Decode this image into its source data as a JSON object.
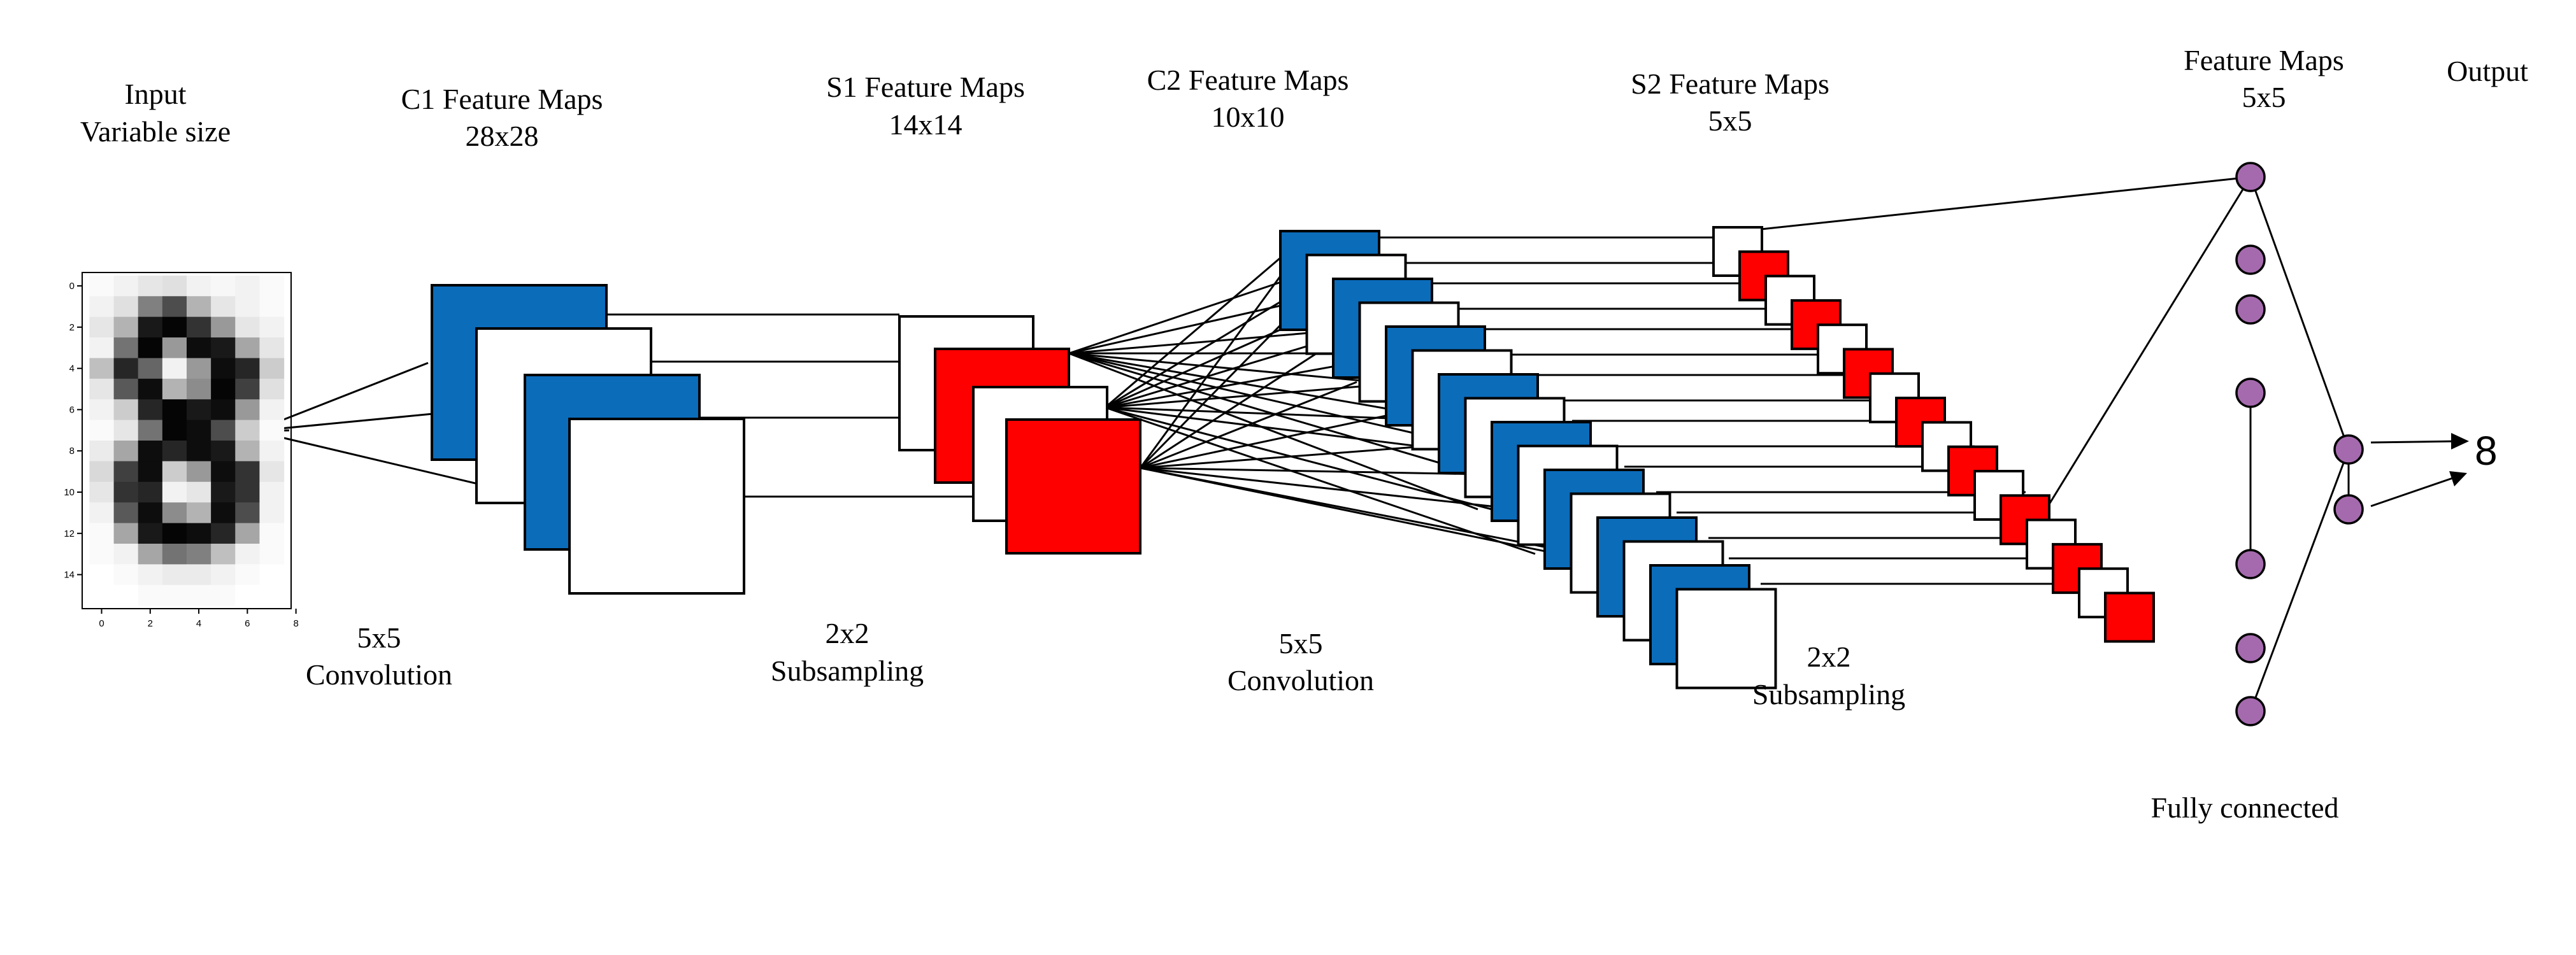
{
  "labels": {
    "input": [
      "Input",
      "Variable size"
    ],
    "c1": [
      "C1 Feature Maps",
      "28x28"
    ],
    "s1": [
      "S1 Feature Maps",
      "14x14"
    ],
    "c2": [
      "C2 Feature Maps",
      "10x10"
    ],
    "s2": [
      "S2 Feature Maps",
      "5x5"
    ],
    "fm": [
      "Feature Maps",
      "5x5"
    ],
    "output": "Output",
    "op1": [
      "5x5",
      "Convolution"
    ],
    "op2": [
      "2x2",
      "Subsampling"
    ],
    "op3": [
      "5x5",
      "Convolution"
    ],
    "op4": [
      "2x2",
      "Subsampling"
    ],
    "fc": "Fully connected",
    "result": "8"
  },
  "input_image": {
    "x_ticks": [
      "0",
      "2",
      "4",
      "6",
      "8"
    ],
    "y_ticks": [
      "0",
      "2",
      "4",
      "6",
      "8",
      "10",
      "12",
      "14"
    ],
    "pixels": [
      [
        0.02,
        0.05,
        0.1,
        0.12,
        0.05,
        0.03,
        0.05,
        0.02
      ],
      [
        0.05,
        0.12,
        0.5,
        0.7,
        0.3,
        0.1,
        0.05,
        0.02
      ],
      [
        0.1,
        0.3,
        0.9,
        0.98,
        0.8,
        0.4,
        0.1,
        0.05
      ],
      [
        0.05,
        0.55,
        0.98,
        0.4,
        0.95,
        0.9,
        0.35,
        0.1
      ],
      [
        0.25,
        0.85,
        0.6,
        0.05,
        0.4,
        0.95,
        0.85,
        0.2
      ],
      [
        0.1,
        0.65,
        0.95,
        0.3,
        0.45,
        0.98,
        0.75,
        0.12
      ],
      [
        0.05,
        0.2,
        0.85,
        0.98,
        0.9,
        0.95,
        0.4,
        0.05
      ],
      [
        0.02,
        0.1,
        0.55,
        0.98,
        0.95,
        0.7,
        0.2,
        0.02
      ],
      [
        0.08,
        0.35,
        0.95,
        0.85,
        0.95,
        0.9,
        0.3,
        0.05
      ],
      [
        0.15,
        0.75,
        0.95,
        0.2,
        0.4,
        0.95,
        0.8,
        0.1
      ],
      [
        0.1,
        0.8,
        0.85,
        0.05,
        0.1,
        0.9,
        0.8,
        0.05
      ],
      [
        0.05,
        0.65,
        0.95,
        0.45,
        0.3,
        0.95,
        0.7,
        0.05
      ],
      [
        0.02,
        0.35,
        0.9,
        0.98,
        0.95,
        0.85,
        0.35,
        0.02
      ],
      [
        0.02,
        0.05,
        0.35,
        0.55,
        0.5,
        0.25,
        0.05,
        0.02
      ],
      [
        0.0,
        0.02,
        0.05,
        0.08,
        0.08,
        0.05,
        0.02,
        0.0
      ],
      [
        0.0,
        0.0,
        0.02,
        0.02,
        0.02,
        0.02,
        0.0,
        0.0
      ]
    ]
  },
  "colors": {
    "blue": "#0b6cba",
    "red": "#fe0000",
    "white": "#ffffff",
    "node": "#a56aae",
    "line": "#000000"
  },
  "layers": {
    "c1": [
      "blue",
      "white",
      "blue",
      "white"
    ],
    "s1": [
      "white",
      "red",
      "white",
      "red"
    ],
    "c2": [
      "blue",
      "white",
      "blue",
      "white",
      "blue",
      "white",
      "blue",
      "white",
      "blue",
      "white",
      "blue",
      "white",
      "blue",
      "white",
      "blue",
      "white"
    ],
    "s2": [
      "white",
      "red",
      "white",
      "red",
      "white",
      "red",
      "white",
      "red",
      "white",
      "red",
      "white",
      "red",
      "white",
      "red",
      "white",
      "red"
    ]
  },
  "fc_nodes": 7,
  "output_nodes": 2
}
